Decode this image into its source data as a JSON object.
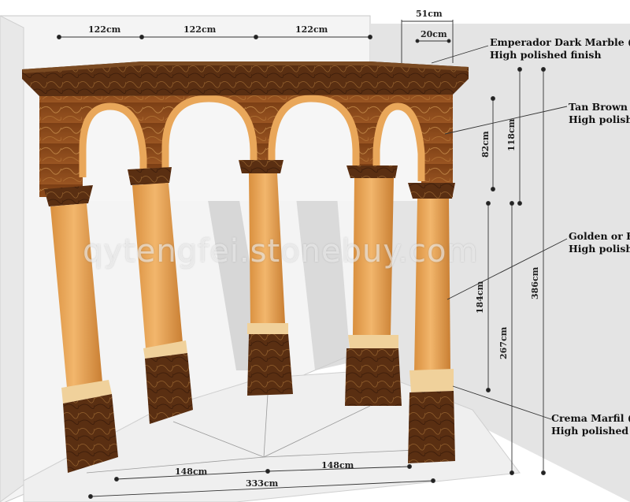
{
  "watermark": "qytengfei.stonebuy.com",
  "dimensions": {
    "top_left": "122cm",
    "top_mid": "122cm",
    "top_right": "122cm",
    "depth_total": "51cm",
    "depth_inner": "20cm",
    "v_82": "82cm",
    "v_118": "118cm",
    "v_184": "184cm",
    "v_267": "267cm",
    "v_386": "386cm",
    "bottom_left": "148cm",
    "bottom_right": "148cm",
    "bottom_total": "333cm"
  },
  "materials": [
    {
      "name": "Emperador Dark Marble (Or",
      "finish": "High polished finish"
    },
    {
      "name": "Tan Brown (",
      "finish": "High polished"
    },
    {
      "name": "Golden or H",
      "finish": "High polished"
    },
    {
      "name": "Crema Marfil (O",
      "finish": "High polished fin"
    }
  ],
  "colors": {
    "dark_marble": "#5a2f12",
    "tan_brown": "#8a4a1c",
    "golden": "#e8a65a",
    "crema": "#e9cf96",
    "wall": "#f2f2f2",
    "shadow": "#bfbfbf"
  }
}
